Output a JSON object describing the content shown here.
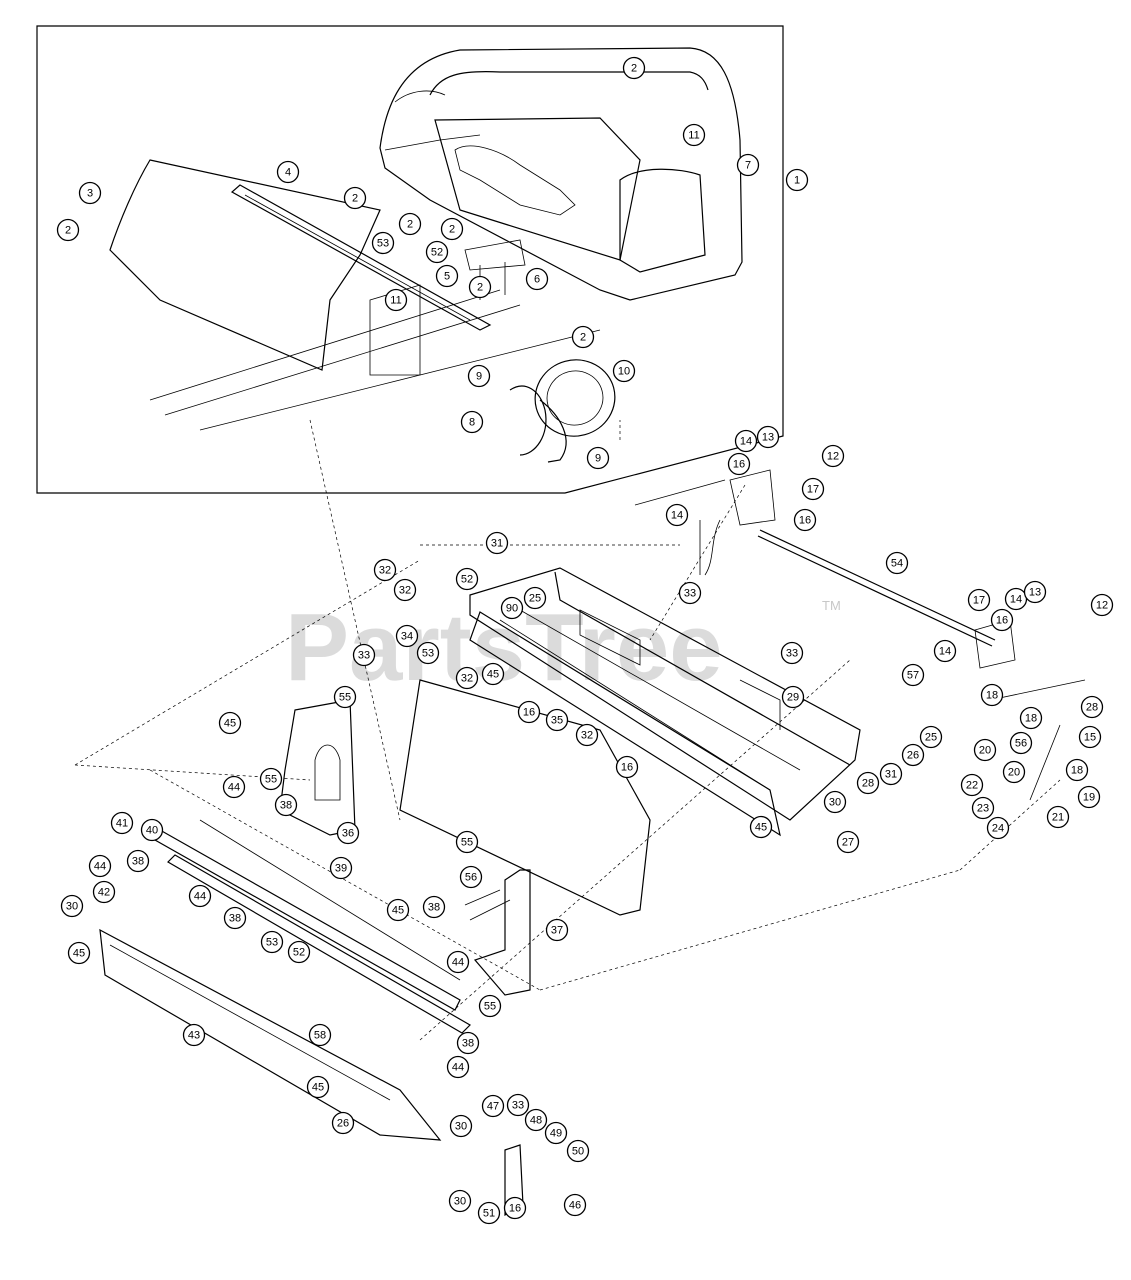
{
  "watermark": {
    "text": "PartsTree",
    "tm": "TM"
  },
  "callouts": {
    "c1": "1",
    "c2": "2",
    "c3": "3",
    "c4": "4",
    "c5": "5",
    "c6": "6",
    "c7": "7",
    "c8": "8",
    "c9": "9",
    "c10": "10",
    "c11": "11",
    "c12": "12",
    "c13": "13",
    "c14": "14",
    "c15": "15",
    "c16": "16",
    "c17": "17",
    "c18": "18",
    "c19": "19",
    "c20": "20",
    "c21": "21",
    "c22": "22",
    "c23": "23",
    "c24": "24",
    "c25": "25",
    "c26": "26",
    "c27": "27",
    "c28": "28",
    "c29": "29",
    "c30": "30",
    "c31": "31",
    "c32": "32",
    "c33": "33",
    "c34": "34",
    "c35": "35",
    "c36": "36",
    "c37": "37",
    "c38": "38",
    "c39": "39",
    "c40": "40",
    "c41": "41",
    "c42": "42",
    "c43": "43",
    "c44": "44",
    "c45": "45",
    "c46": "46",
    "c47": "47",
    "c48": "48",
    "c49": "49",
    "c50": "50",
    "c51": "51",
    "c52": "52",
    "c53": "53",
    "c54": "54",
    "c55": "55",
    "c56": "56",
    "c57": "57",
    "c58": "58",
    "c90": "90"
  }
}
